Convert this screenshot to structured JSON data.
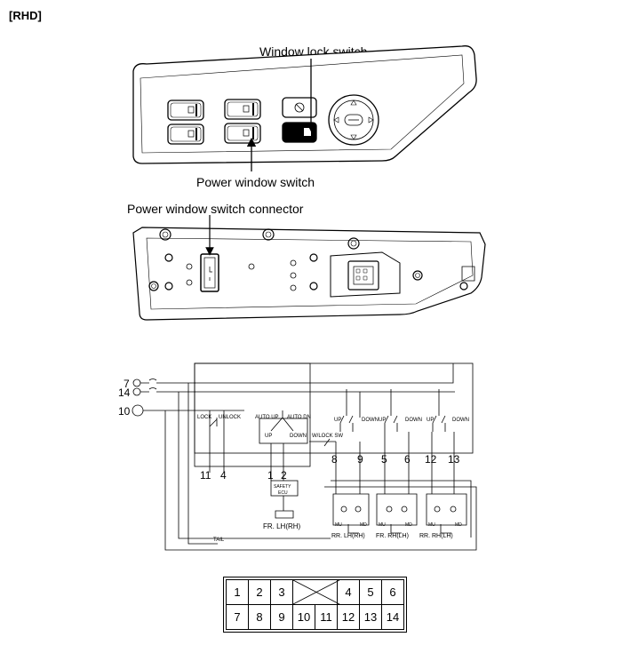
{
  "header": {
    "title": "[RHD]"
  },
  "labels": {
    "window_lock_switch": "Window lock switch",
    "power_window_switch": "Power window switch",
    "connector": "Power window switch connector"
  },
  "circuit": {
    "terminal_7": "7",
    "terminal_14": "14",
    "terminal_10": "10",
    "lock": "LOCK",
    "unlock": "UNLOCK",
    "auto_up": "AUTO UP",
    "auto_dn": "AUTO DN",
    "up": "UP",
    "down": "DOWN",
    "wlock_sw": "W/LOCK SW",
    "pin_11": "11",
    "pin_4": "4",
    "pin_1": "1",
    "pin_2": "2",
    "pin_8": "8",
    "pin_9": "9",
    "pin_5": "5",
    "pin_6": "6",
    "pin_12": "12",
    "pin_13": "13",
    "safety_line1": "SAFETY",
    "safety_line2": "ECU",
    "fr_lh": "FR. LH(RH)",
    "rr_lh": "RR. LH(RH)",
    "fr_rh": "FR. RH(LH)",
    "rr_rh": "RR. RH(LH)",
    "tail": "TAIL",
    "mu": "MU",
    "md": "MD",
    "up_small": "UP",
    "down_small": "DOWN"
  },
  "connector_pins": {
    "row1": [
      "1",
      "2",
      "3",
      "",
      "4",
      "5",
      "6"
    ],
    "row2": [
      "7",
      "8",
      "9",
      "10",
      "11",
      "12",
      "13",
      "14"
    ]
  }
}
